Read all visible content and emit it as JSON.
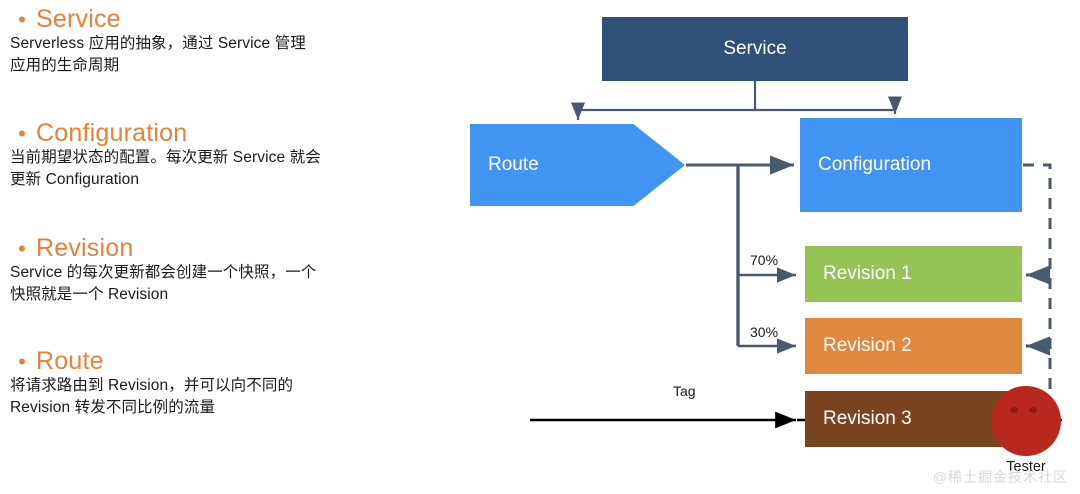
{
  "slide": {
    "background_color": "#ffffff",
    "watermark": "@稀土掘金技术社区"
  },
  "left_panel": {
    "bullet_color": "#e8813a",
    "heading_color": "#e8813a",
    "body_color": "#1b1b1b",
    "bullet_glyph": "•",
    "items": [
      {
        "title": "Service",
        "body": "Serverless 应用的抽象，通过 Service 管理\n应用的生命周期"
      },
      {
        "title": "Configuration",
        "body": "当前期望状态的配置。每次更新 Service 就会\n更新 Configuration"
      },
      {
        "title": "Revision",
        "body": "Service 的每次更新都会创建一个快照，一个\n快照就是一个 Revision"
      },
      {
        "title": "Route",
        "body": "将请求路由到 Revision，并可以向不同的\nRevision 转发不同比例的流量"
      }
    ]
  },
  "diagram": {
    "type": "flow-diagram",
    "nodes": [
      {
        "id": "service",
        "label": "Service",
        "shape": "rectangle",
        "color": "#2f5178",
        "text_color": "#ffffff"
      },
      {
        "id": "route",
        "label": "Route",
        "shape": "pentagon",
        "color": "#4294f2",
        "text_color": "#ffffff"
      },
      {
        "id": "configuration",
        "label": "Configuration",
        "shape": "rectangle",
        "color": "#4294f2",
        "text_color": "#ffffff"
      },
      {
        "id": "revision1",
        "label": "Revision 1",
        "shape": "rectangle",
        "color": "#93c455",
        "text_color": "#ffffff"
      },
      {
        "id": "revision2",
        "label": "Revision 2",
        "shape": "rectangle",
        "color": "#e08840",
        "text_color": "#ffffff"
      },
      {
        "id": "revision3",
        "label": "Revision 3",
        "shape": "rectangle",
        "color": "#7b4420",
        "text_color": "#ffffff"
      }
    ],
    "actor": {
      "id": "tester",
      "label": "Tester",
      "color": "#b8281f",
      "shape": "circle-face"
    },
    "edges": [
      {
        "from": "service",
        "to": "route",
        "label": "",
        "style": "solid"
      },
      {
        "from": "service",
        "to": "configuration",
        "label": "",
        "style": "solid"
      },
      {
        "from": "route",
        "to": "configuration",
        "label": "",
        "style": "solid"
      },
      {
        "from": "route",
        "to": "revision1",
        "label": "70%",
        "style": "solid"
      },
      {
        "from": "route",
        "to": "revision2",
        "label": "30%",
        "style": "solid"
      },
      {
        "from": "tester",
        "to": "revision3",
        "label": "Tag",
        "style": "solid"
      },
      {
        "from": "configuration",
        "to": "revision1",
        "label": "",
        "style": "dashed"
      },
      {
        "from": "configuration",
        "to": "revision2",
        "label": "",
        "style": "dashed"
      },
      {
        "from": "configuration",
        "to": "revision3",
        "label": "",
        "style": "dashed"
      }
    ],
    "edge_labels": {
      "split_70": "70%",
      "split_30": "30%",
      "tag": "Tag"
    },
    "connector_color": "#4a5a6e",
    "dashed_connector_color": "#4a5a6e",
    "tag_connector_color": "#000000"
  }
}
